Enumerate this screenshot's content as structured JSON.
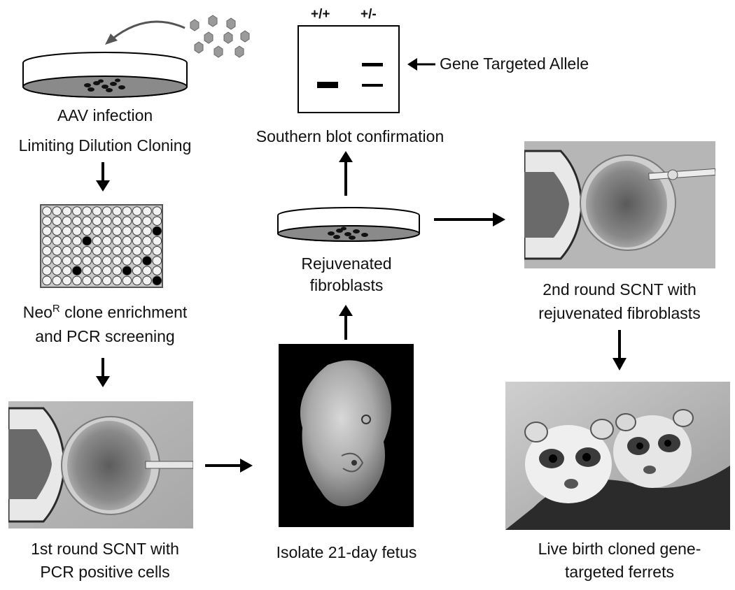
{
  "steps": {
    "aav_infection": "AAV infection",
    "limiting_dilution": "Limiting Dilution Cloning",
    "neo_prefix": "Neo",
    "neo_sup": "R",
    "neo_rest": " clone enrichment",
    "pcr_screening": "and PCR screening",
    "scnt1_line1": "1st round SCNT with",
    "scnt1_line2": "PCR positive cells",
    "isolate_fetus": "Isolate 21-day fetus",
    "rejuv_line1": "Rejuvenated",
    "rejuv_line2": "fibroblasts",
    "southern_blot": "Southern blot confirmation",
    "scnt2_line1": "2nd round SCNT with",
    "scnt2_line2": "rejuvenated fibroblasts",
    "birth_line1": "Live birth cloned gene-",
    "birth_line2": "targeted ferrets"
  },
  "gel": {
    "lane1": "+/+",
    "lane2": "+/-",
    "allele_label": "Gene Targeted Allele"
  },
  "colors": {
    "arrow": "#000000",
    "dish_medium": "#8a8a8a",
    "plate_bg": "#c8c8c8"
  }
}
